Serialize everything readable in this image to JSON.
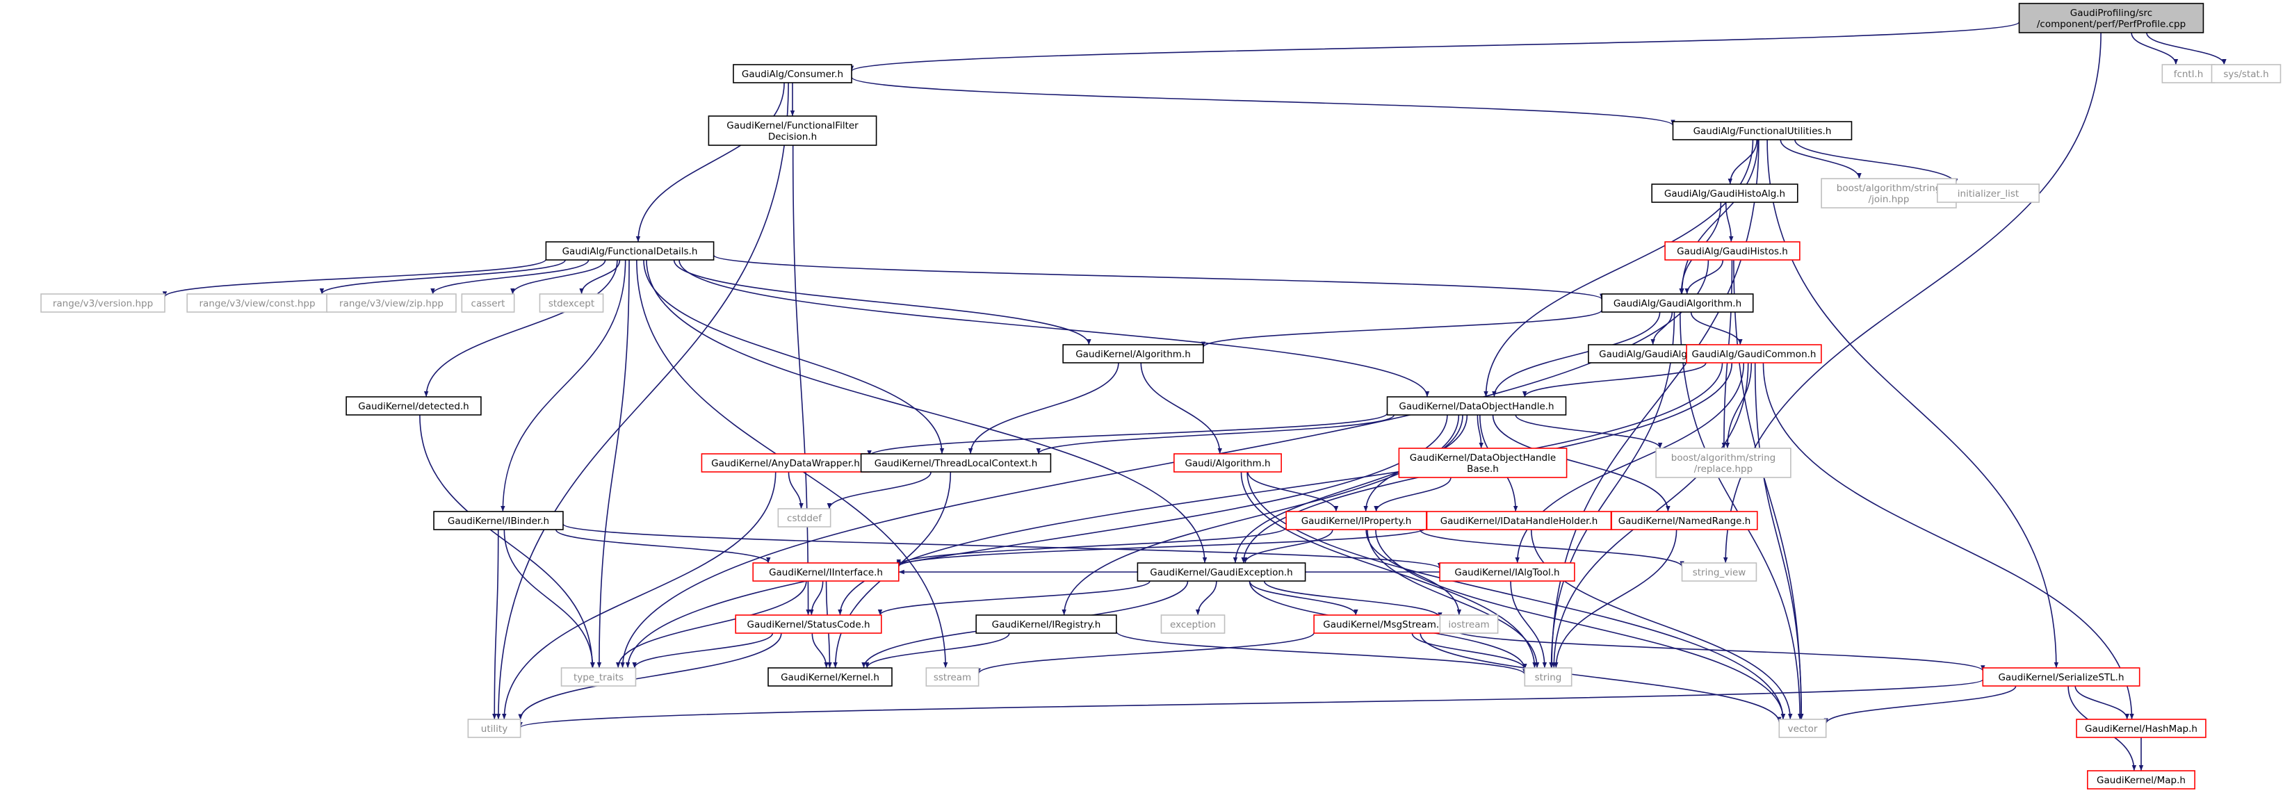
{
  "colors": {
    "edge": "#191970",
    "normal_border": "#000000",
    "normal_text": "#000000",
    "notfound_border": "#bfbfbf",
    "notfound_text": "#8c8c8c",
    "truncated_border": "#ff0000",
    "truncated_text": "#000000",
    "root_fill": "#bfbfbf"
  },
  "nodes": [
    {
      "id": "n0",
      "lines": [
        "GaudiProfiling/src",
        "/component/perf/PerfProfile.cpp"
      ],
      "style": "root"
    },
    {
      "id": "n1",
      "lines": [
        "GaudiAlg/Consumer.h"
      ],
      "style": "normal"
    },
    {
      "id": "n2",
      "lines": [
        "fcntl.h"
      ],
      "style": "notfound"
    },
    {
      "id": "n3",
      "lines": [
        "sys/stat.h"
      ],
      "style": "notfound"
    },
    {
      "id": "n4",
      "lines": [
        "string_view"
      ],
      "style": "notfound"
    },
    {
      "id": "n5",
      "lines": [
        "GaudiKernel/FunctionalFilter",
        "Decision.h"
      ],
      "style": "normal"
    },
    {
      "id": "n6",
      "lines": [
        "GaudiAlg/FunctionalUtilities.h"
      ],
      "style": "normal"
    },
    {
      "id": "n7",
      "lines": [
        "GaudiAlg/GaudiHistoAlg.h"
      ],
      "style": "normal"
    },
    {
      "id": "n8",
      "lines": [
        "boost/algorithm/string",
        "/join.hpp"
      ],
      "style": "notfound"
    },
    {
      "id": "n9",
      "lines": [
        "initializer_list"
      ],
      "style": "notfound"
    },
    {
      "id": "n10",
      "lines": [
        "GaudiAlg/GaudiHistos.h"
      ],
      "style": "truncated"
    },
    {
      "id": "n11",
      "lines": [
        "GaudiAlg/FunctionalDetails.h"
      ],
      "style": "normal"
    },
    {
      "id": "n12",
      "lines": [
        "range/v3/version.hpp"
      ],
      "style": "notfound"
    },
    {
      "id": "n13",
      "lines": [
        "range/v3/view/const.hpp"
      ],
      "style": "notfound"
    },
    {
      "id": "n14",
      "lines": [
        "range/v3/view/zip.hpp"
      ],
      "style": "notfound"
    },
    {
      "id": "n15",
      "lines": [
        "cassert"
      ],
      "style": "notfound"
    },
    {
      "id": "n16",
      "lines": [
        "stdexcept"
      ],
      "style": "notfound"
    },
    {
      "id": "n17",
      "lines": [
        "GaudiAlg/GaudiAlgorithm.h"
      ],
      "style": "normal"
    },
    {
      "id": "n18",
      "lines": [
        "GaudiKernel/Algorithm.h"
      ],
      "style": "normal"
    },
    {
      "id": "n19",
      "lines": [
        "GaudiAlg/GaudiAlg.h"
      ],
      "style": "normal"
    },
    {
      "id": "n20",
      "lines": [
        "GaudiAlg/GaudiCommon.h"
      ],
      "style": "truncated"
    },
    {
      "id": "n21",
      "lines": [
        "GaudiKernel/detected.h"
      ],
      "style": "normal"
    },
    {
      "id": "n22",
      "lines": [
        "GaudiKernel/DataObjectHandle.h"
      ],
      "style": "normal"
    },
    {
      "id": "n23",
      "lines": [
        "GaudiKernel/AnyDataWrapper.h"
      ],
      "style": "truncated"
    },
    {
      "id": "n24",
      "lines": [
        "GaudiKernel/ThreadLocalContext.h"
      ],
      "style": "normal"
    },
    {
      "id": "n25",
      "lines": [
        "Gaudi/Algorithm.h"
      ],
      "style": "truncated"
    },
    {
      "id": "n26",
      "lines": [
        "GaudiKernel/DataObjectHandle",
        "Base.h"
      ],
      "style": "truncated"
    },
    {
      "id": "n27",
      "lines": [
        "boost/algorithm/string",
        "/replace.hpp"
      ],
      "style": "notfound"
    },
    {
      "id": "n28",
      "lines": [
        "cstddef"
      ],
      "style": "notfound"
    },
    {
      "id": "n29",
      "lines": [
        "GaudiKernel/IBinder.h"
      ],
      "style": "normal"
    },
    {
      "id": "n30",
      "lines": [
        "GaudiKernel/IProperty.h"
      ],
      "style": "truncated"
    },
    {
      "id": "n31",
      "lines": [
        "GaudiKernel/IDataHandleHolder.h"
      ],
      "style": "truncated"
    },
    {
      "id": "n32",
      "lines": [
        "GaudiKernel/NamedRange.h"
      ],
      "style": "truncated"
    },
    {
      "id": "n33",
      "lines": [
        "GaudiKernel/IInterface.h"
      ],
      "style": "truncated"
    },
    {
      "id": "n34",
      "lines": [
        "GaudiKernel/GaudiException.h"
      ],
      "style": "normal"
    },
    {
      "id": "n35",
      "lines": [
        "GaudiKernel/IAlgTool.h"
      ],
      "style": "truncated"
    },
    {
      "id": "n36",
      "lines": [
        "GaudiKernel/StatusCode.h"
      ],
      "style": "truncated"
    },
    {
      "id": "n37",
      "lines": [
        "GaudiKernel/IRegistry.h"
      ],
      "style": "normal"
    },
    {
      "id": "n38",
      "lines": [
        "exception"
      ],
      "style": "notfound"
    },
    {
      "id": "n39",
      "lines": [
        "GaudiKernel/MsgStream.h"
      ],
      "style": "truncated"
    },
    {
      "id": "n40",
      "lines": [
        "iostream"
      ],
      "style": "notfound"
    },
    {
      "id": "n41",
      "lines": [
        "type_traits"
      ],
      "style": "notfound"
    },
    {
      "id": "n42",
      "lines": [
        "GaudiKernel/Kernel.h"
      ],
      "style": "normal"
    },
    {
      "id": "n43",
      "lines": [
        "sstream"
      ],
      "style": "notfound"
    },
    {
      "id": "n44",
      "lines": [
        "string"
      ],
      "style": "notfound"
    },
    {
      "id": "n45",
      "lines": [
        "GaudiKernel/SerializeSTL.h"
      ],
      "style": "truncated"
    },
    {
      "id": "n46",
      "lines": [
        "utility"
      ],
      "style": "notfound"
    },
    {
      "id": "n47",
      "lines": [
        "vector"
      ],
      "style": "notfound"
    },
    {
      "id": "n48",
      "lines": [
        "GaudiKernel/HashMap.h"
      ],
      "style": "truncated"
    },
    {
      "id": "n49",
      "lines": [
        "GaudiKernel/Map.h"
      ],
      "style": "truncated"
    }
  ],
  "edges": [
    [
      "n0",
      "n1"
    ],
    [
      "n0",
      "n2"
    ],
    [
      "n0",
      "n3"
    ],
    [
      "n0",
      "n4"
    ],
    [
      "n1",
      "n5"
    ],
    [
      "n1",
      "n6"
    ],
    [
      "n1",
      "n11"
    ],
    [
      "n1",
      "n46"
    ],
    [
      "n5",
      "n36"
    ],
    [
      "n6",
      "n7"
    ],
    [
      "n6",
      "n8"
    ],
    [
      "n6",
      "n9"
    ],
    [
      "n6",
      "n17"
    ],
    [
      "n6",
      "n22"
    ],
    [
      "n6",
      "n45"
    ],
    [
      "n6",
      "n44"
    ],
    [
      "n7",
      "n10"
    ],
    [
      "n7",
      "n17"
    ],
    [
      "n10",
      "n17"
    ],
    [
      "n10",
      "n27"
    ],
    [
      "n10",
      "n41"
    ],
    [
      "n10",
      "n47"
    ],
    [
      "n11",
      "n12"
    ],
    [
      "n11",
      "n13"
    ],
    [
      "n11",
      "n14"
    ],
    [
      "n11",
      "n15"
    ],
    [
      "n11",
      "n16"
    ],
    [
      "n11",
      "n17"
    ],
    [
      "n11",
      "n18"
    ],
    [
      "n11",
      "n21"
    ],
    [
      "n11",
      "n22"
    ],
    [
      "n11",
      "n24"
    ],
    [
      "n11",
      "n29"
    ],
    [
      "n11",
      "n34"
    ],
    [
      "n11",
      "n41"
    ],
    [
      "n11",
      "n43"
    ],
    [
      "n17",
      "n18"
    ],
    [
      "n17",
      "n19"
    ],
    [
      "n17",
      "n20"
    ],
    [
      "n17",
      "n22"
    ],
    [
      "n17",
      "n44"
    ],
    [
      "n17",
      "n47"
    ],
    [
      "n18",
      "n24"
    ],
    [
      "n18",
      "n25"
    ],
    [
      "n20",
      "n22"
    ],
    [
      "n20",
      "n27"
    ],
    [
      "n20",
      "n34"
    ],
    [
      "n20",
      "n35"
    ],
    [
      "n20",
      "n36"
    ],
    [
      "n20",
      "n44"
    ],
    [
      "n20",
      "n47"
    ],
    [
      "n20",
      "n48"
    ],
    [
      "n21",
      "n41"
    ],
    [
      "n22",
      "n23"
    ],
    [
      "n22",
      "n24"
    ],
    [
      "n22",
      "n26"
    ],
    [
      "n22",
      "n27"
    ],
    [
      "n22",
      "n30"
    ],
    [
      "n22",
      "n31"
    ],
    [
      "n22",
      "n32"
    ],
    [
      "n22",
      "n34"
    ],
    [
      "n22",
      "n37"
    ],
    [
      "n22",
      "n41"
    ],
    [
      "n23",
      "n28"
    ],
    [
      "n23",
      "n46"
    ],
    [
      "n24",
      "n28"
    ],
    [
      "n24",
      "n42"
    ],
    [
      "n25",
      "n30"
    ],
    [
      "n25",
      "n44"
    ],
    [
      "n25",
      "n47"
    ],
    [
      "n26",
      "n30"
    ],
    [
      "n29",
      "n33"
    ],
    [
      "n29",
      "n35"
    ],
    [
      "n29",
      "n41"
    ],
    [
      "n29",
      "n46"
    ],
    [
      "n30",
      "n4"
    ],
    [
      "n30",
      "n33"
    ],
    [
      "n30",
      "n34"
    ],
    [
      "n30",
      "n40"
    ],
    [
      "n30",
      "n44"
    ],
    [
      "n30",
      "n47"
    ],
    [
      "n31",
      "n33"
    ],
    [
      "n31",
      "n47"
    ],
    [
      "n32",
      "n44"
    ],
    [
      "n33",
      "n36"
    ],
    [
      "n33",
      "n41"
    ],
    [
      "n33",
      "n42"
    ],
    [
      "n34",
      "n36"
    ],
    [
      "n34",
      "n38"
    ],
    [
      "n34",
      "n39"
    ],
    [
      "n34",
      "n40"
    ],
    [
      "n34",
      "n42"
    ],
    [
      "n34",
      "n44"
    ],
    [
      "n35",
      "n33"
    ],
    [
      "n35",
      "n44"
    ],
    [
      "n36",
      "n41"
    ],
    [
      "n36",
      "n42"
    ],
    [
      "n36",
      "n46"
    ],
    [
      "n37",
      "n42"
    ],
    [
      "n37",
      "n44"
    ],
    [
      "n39",
      "n43"
    ],
    [
      "n39",
      "n44"
    ],
    [
      "n39",
      "n45"
    ],
    [
      "n39",
      "n47"
    ],
    [
      "n45",
      "n46"
    ],
    [
      "n45",
      "n47"
    ],
    [
      "n45",
      "n48"
    ],
    [
      "n45",
      "n49"
    ],
    [
      "n48",
      "n49"
    ]
  ]
}
